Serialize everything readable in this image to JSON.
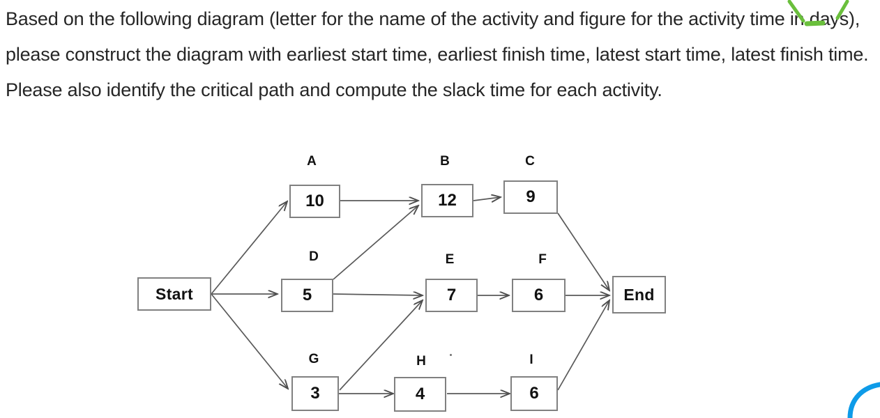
{
  "question": {
    "text": "Based on the following diagram (letter for the name of the activity and figure for the activity time in days), please construct the diagram with earliest start time, earliest finish time, latest start time, latest finish time. Please also identify the critical path and compute the slack time for each activity."
  },
  "diagram": {
    "type": "activity-on-node-network",
    "start_label": "Start",
    "end_label": "End",
    "nodes": [
      {
        "id": "A",
        "label": "A",
        "duration": "10",
        "row": "top",
        "col": 1
      },
      {
        "id": "B",
        "label": "B",
        "duration": "12",
        "row": "top",
        "col": 2
      },
      {
        "id": "C",
        "label": "C",
        "duration": "9",
        "row": "top",
        "col": 3
      },
      {
        "id": "D",
        "label": "D",
        "duration": "5",
        "row": "middle",
        "col": 1
      },
      {
        "id": "E",
        "label": "E",
        "duration": "7",
        "row": "middle",
        "col": 2
      },
      {
        "id": "F",
        "label": "F",
        "duration": "6",
        "row": "middle",
        "col": 3
      },
      {
        "id": "G",
        "label": "G",
        "duration": "3",
        "row": "bottom",
        "col": 1
      },
      {
        "id": "H",
        "label": "H",
        "duration": "4",
        "row": "bottom",
        "col": 2
      },
      {
        "id": "I",
        "label": "I",
        "duration": "6",
        "row": "bottom",
        "col": 3
      }
    ],
    "edges": [
      {
        "from": "Start",
        "to": "A"
      },
      {
        "from": "Start",
        "to": "D"
      },
      {
        "from": "Start",
        "to": "G"
      },
      {
        "from": "A",
        "to": "B"
      },
      {
        "from": "D",
        "to": "B"
      },
      {
        "from": "B",
        "to": "C"
      },
      {
        "from": "D",
        "to": "E"
      },
      {
        "from": "G",
        "to": "E"
      },
      {
        "from": "E",
        "to": "F"
      },
      {
        "from": "G",
        "to": "H"
      },
      {
        "from": "H",
        "to": "I"
      },
      {
        "from": "C",
        "to": "End"
      },
      {
        "from": "F",
        "to": "End"
      },
      {
        "from": "I",
        "to": "End"
      }
    ]
  },
  "annotations": {
    "pen_color": "#6ABF3C",
    "arc_color": "#0E9BE8",
    "marks": [
      {
        "name": "check-stroke-over-and",
        "kind": "stroke"
      },
      {
        "name": "underline-under-figure",
        "kind": "underline"
      },
      {
        "name": "accent-slash-over-u",
        "kind": "stroke"
      },
      {
        "name": "blue-arc-bottom-right",
        "kind": "arc"
      }
    ]
  },
  "colors": {
    "box_border": "#808080",
    "arrow": "#595959",
    "text": "#262626"
  }
}
